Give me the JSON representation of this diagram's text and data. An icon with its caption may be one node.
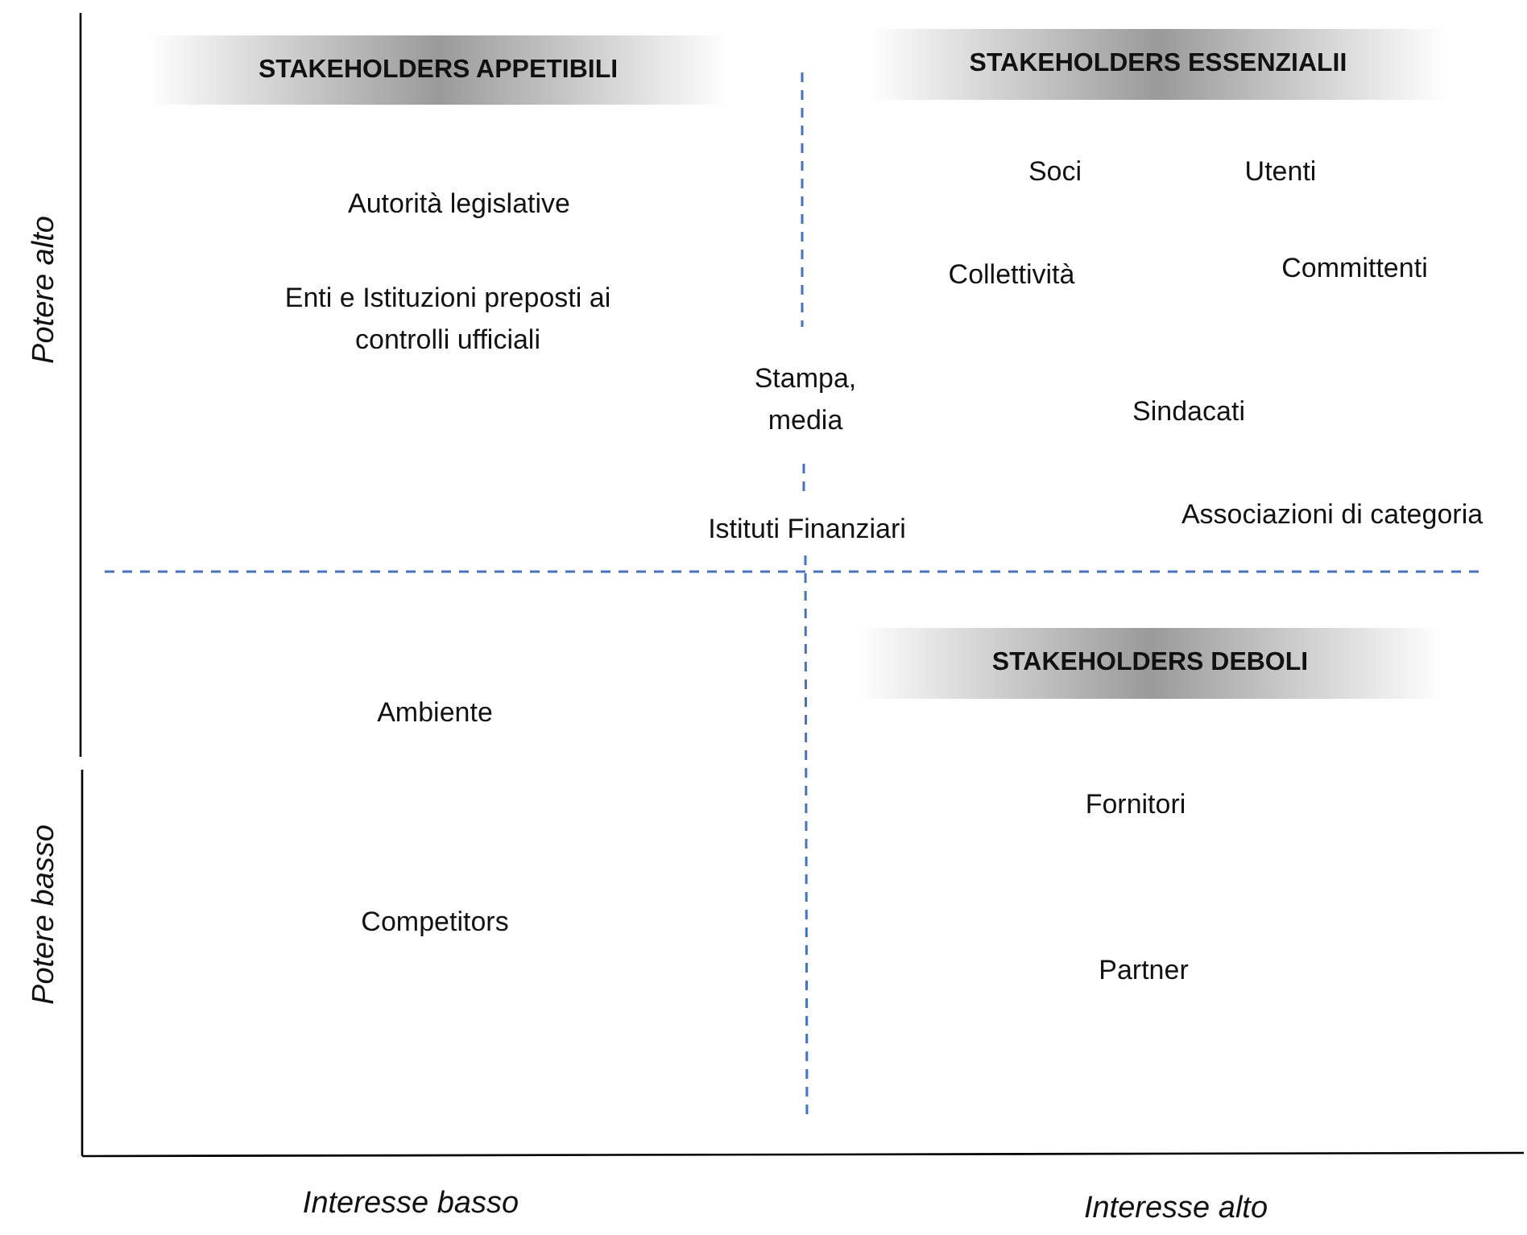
{
  "diagram": {
    "nodes": [
      {
        "text": [
          "STAKEHOLDERS APPETIBILI"
        ]
      },
      {
        "text": [
          "STAKEHOLDERS ESSENZIALII"
        ]
      },
      {
        "text": [
          "STAKEHOLDERS DEBOLI"
        ]
      }
    ],
    "labels": [
      "Potere alto",
      "Autorità legislative",
      "Soci",
      "Utenti",
      "Collettività",
      "Committenti",
      "Enti e Istituzioni preposti ai controlli ufficiali",
      "Stampa, media",
      "Sindacati",
      "Istituti Finanziari",
      "Associazioni di categoria",
      "Ambiente",
      "Fornitori",
      "Potere basso",
      "Competitors",
      "Partner",
      "Interesse basso",
      "Interesse alto"
    ]
  }
}
